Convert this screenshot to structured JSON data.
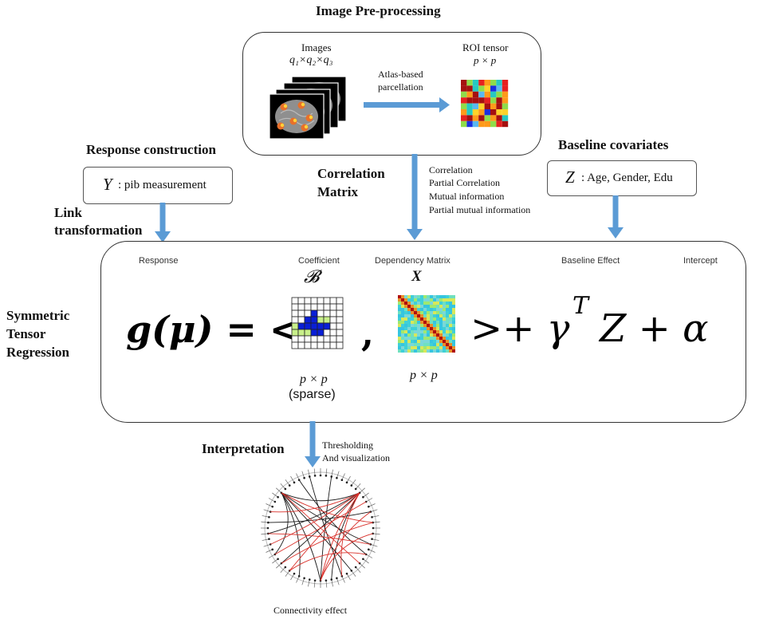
{
  "preprocessing": {
    "title": "Image Pre-processing",
    "images_label": "Images",
    "images_dims": "q₁×q₂×q₃",
    "atlas_line1": "Atlas-based",
    "atlas_line2": "parcellation",
    "roi_label": "ROI tensor",
    "roi_dims": "p × p"
  },
  "response": {
    "title": "Response construction",
    "y_symbol": "Y",
    "y_text": ": pib measurement"
  },
  "correlation": {
    "title_line1": "Correlation",
    "title_line2": "Matrix",
    "options": [
      "Correlation",
      "Partial Correlation",
      "Mutual information",
      "Partial mutual information"
    ]
  },
  "baseline": {
    "title": "Baseline covariates",
    "z_symbol": "Z",
    "z_text": ": Age, Gender, Edu"
  },
  "link": {
    "line1": "Link",
    "line2": "transformation"
  },
  "model": {
    "side_line1": "Symmetric",
    "side_line2": "Tensor",
    "side_line3": "Regression",
    "labels": {
      "response": "Response",
      "coefficient": "Coefficient",
      "dependency": "Dependency Matrix",
      "baseline": "Baseline Effect",
      "intercept": "Intercept"
    },
    "coef_symbol": "𝓑",
    "x_symbol": "X",
    "eq_lhs": "g(μ) = <",
    "eq_comma": ",",
    "eq_rhs": ">+ γ",
    "eq_sup": "T",
    "eq_tail": "Z + α",
    "coef_dims": "p × p",
    "coef_note": "(sparse)",
    "x_dims": "p × p"
  },
  "interpretation": {
    "title": "Interpretation",
    "note_line1": "Thresholding",
    "note_line2": "And visualization",
    "caption": "Connectivity effect"
  },
  "colors": {
    "arrow": "#5b9bd5",
    "blue_cell": "#0a1fd6",
    "green_cell": "#c8ef8a",
    "red_edge": "#d9302a",
    "black_edge": "#1a1a1a"
  },
  "icons": {
    "brain": "brain-scan-stack-icon",
    "roi": "roi-heatmap-icon",
    "coef": "sparse-grid-icon",
    "dep": "dependency-matrix-icon",
    "connectome": "circular-connectome-icon"
  }
}
